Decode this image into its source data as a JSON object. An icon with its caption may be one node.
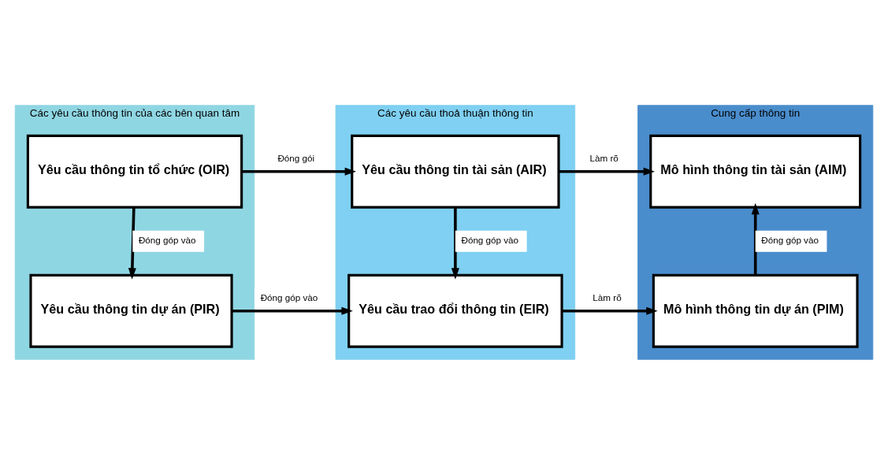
{
  "diagram": {
    "nodes": [
      {
        "text": [
          "Các yêu cầu thông tin của các bên quan tâm"
        ]
      },
      {
        "text": [
          "Yêu cầu thông tin tổ chức (OIR)"
        ],
        "in": 0
      },
      {
        "text": [
          "Yêu cầu thông tin dự án (PIR)"
        ],
        "in": 0
      },
      {
        "text": [
          "Các yêu cầu thoả thuận thông tin"
        ]
      },
      {
        "text": [
          "Yêu cầu thông tin tài sản (AIR)"
        ],
        "in": 3
      },
      {
        "text": [
          "Yêu cầu trao đổi thông tin (EIR)"
        ],
        "in": 3
      },
      {
        "text": [
          "Cung cấp thông tin"
        ]
      },
      {
        "text": [
          "Mô hình thông tin tài sản (AIM)"
        ],
        "in": 6
      },
      {
        "text": [
          "Mô hình thông tin dự án (PIM)"
        ],
        "in": 6
      }
    ],
    "edges": [
      {
        "from": 1,
        "to": 4,
        "arrow": "to",
        "label": "Đóng gói"
      },
      {
        "from": 4,
        "to": 7,
        "arrow": "to",
        "label": "Làm rõ"
      },
      {
        "from": 1,
        "to": 2,
        "arrow": "to",
        "label": "Đóng góp vào"
      },
      {
        "from": 4,
        "to": 5,
        "arrow": "to",
        "label": "Đóng góp vào"
      },
      {
        "from": 8,
        "to": 7,
        "arrow": "to",
        "label": "Đóng góp vào"
      },
      {
        "from": 2,
        "to": 5,
        "arrow": "to",
        "label": "Đóng góp vào"
      },
      {
        "from": 5,
        "to": 8,
        "arrow": "to",
        "label": "Làm rõ"
      }
    ]
  }
}
